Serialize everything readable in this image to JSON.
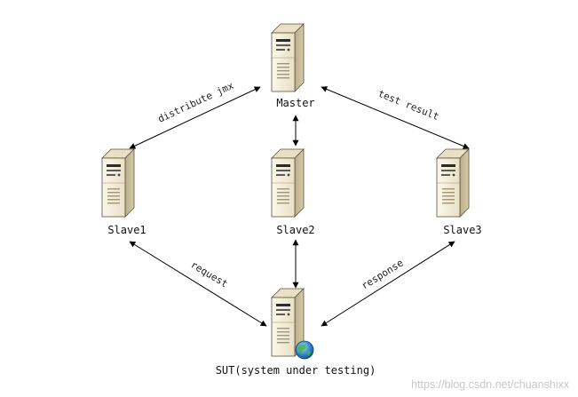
{
  "nodes": {
    "master": {
      "label": "Master"
    },
    "slave1": {
      "label": "Slave1"
    },
    "slave2": {
      "label": "Slave2"
    },
    "slave3": {
      "label": "Slave3"
    },
    "sut": {
      "label": "SUT(system under testing)"
    }
  },
  "edges": {
    "master_slave1": {
      "label": "distribute jmx"
    },
    "master_slave3": {
      "label": "test result"
    },
    "slave1_sut": {
      "label": "request"
    },
    "slave3_sut": {
      "label": "response"
    }
  },
  "watermark": "https://blog.csdn.net/chuanshixx",
  "colors": {
    "server_front": "#f3ecd8",
    "server_side": "#c9bd9b",
    "server_top": "#e6dcc0",
    "line": "#000000"
  },
  "icons": {
    "server": "server-tower-icon",
    "globe": "globe-icon"
  }
}
